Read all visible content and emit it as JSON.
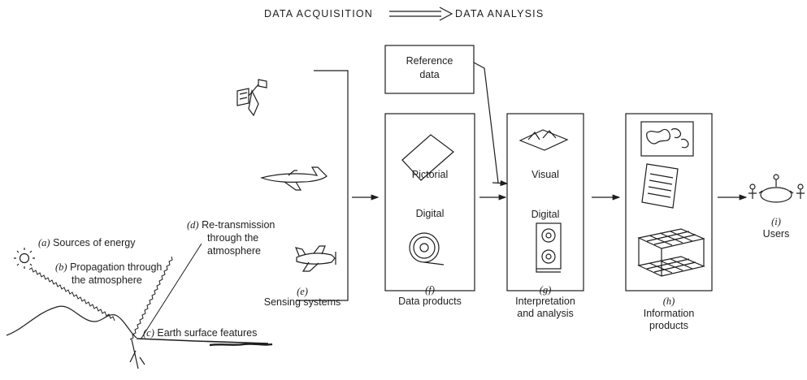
{
  "header": {
    "left": "DATA ACQUISITION",
    "right": "DATA ANALYSIS"
  },
  "acquisition": {
    "a": {
      "letter": "(a)",
      "text": "Sources of energy"
    },
    "b": {
      "letter": "(b)",
      "line1": "Propagation through",
      "line2": "the atmosphere"
    },
    "c": {
      "letter": "(c)",
      "text": "Earth surface features"
    },
    "d": {
      "letter": "(d)",
      "line1": "Re-transmission",
      "line2": "through the",
      "line3": "atmosphere"
    }
  },
  "sensing": {
    "letter": "(e)",
    "label": "Sensing systems"
  },
  "reference": {
    "line1": "Reference",
    "line2": "data"
  },
  "data_products": {
    "pictorial": "Pictorial",
    "digital": "Digital",
    "letter": "(f)",
    "label": "Data products"
  },
  "interpretation": {
    "visual": "Visual",
    "digital": "Digital",
    "letter": "(g)",
    "line1": "Interpretation",
    "line2": "and analysis"
  },
  "information": {
    "letter": "(h)",
    "line1": "Information",
    "line2": "products"
  },
  "users": {
    "letter": "(i)",
    "label": "Users"
  }
}
